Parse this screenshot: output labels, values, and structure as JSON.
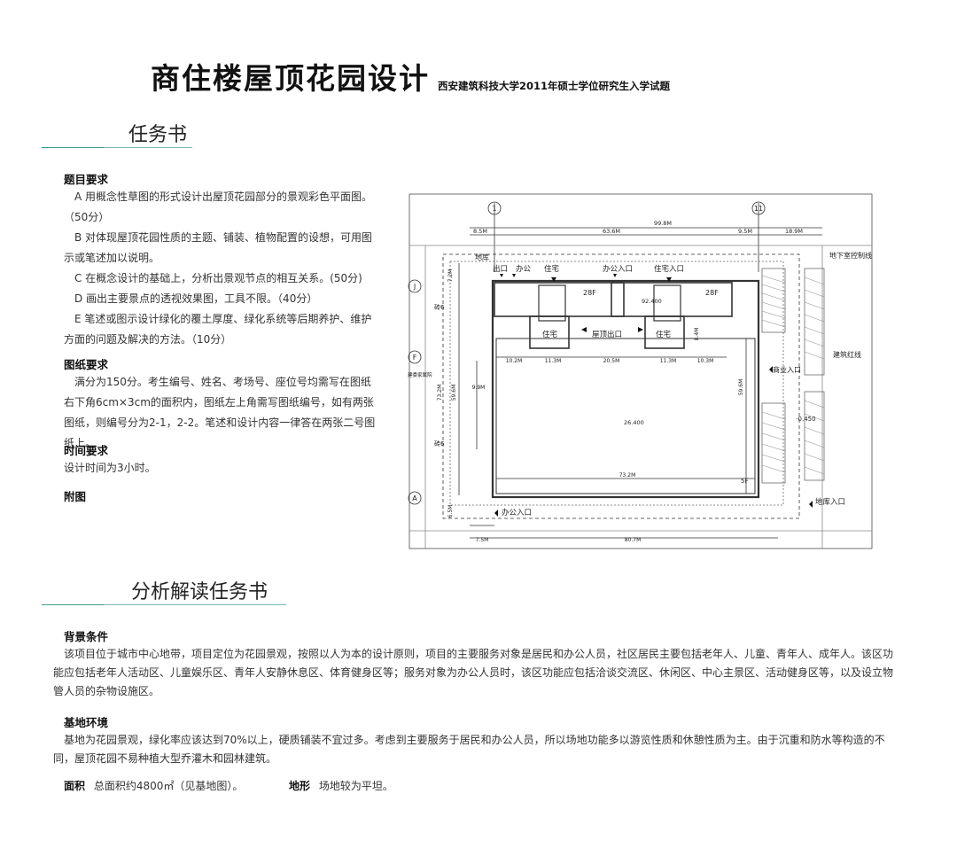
{
  "header": {
    "title": "商住楼屋顶花园设计",
    "subtitle": "西安建筑科技大学2011年硕士学位研究生入学试题"
  },
  "task": {
    "section_title": "任务书",
    "topic": {
      "heading": "题目要求",
      "items": [
        "A 用概念性草图的形式设计出屋顶花园部分的景观彩色平面图。（50分）",
        "B 对体现屋顶花园性质的主题、铺装、植物配置的设想，可用图示或笔述加以说明。",
        "C 在概念设计的基础上，分析出景观节点的相互关系。(50分)",
        "D 画出主要景点的透视效果图，工具不限。（40分）",
        "E 笔述或图示设计绿化的覆土厚度、绿化系统等后期养护、维护方面的问题及解决的方法。（10分）"
      ]
    },
    "drawing": {
      "heading": "图纸要求",
      "text": "满分为150分。考生编号、姓名、考场号、座位号均需写在图纸右下角6cm×3cm的面积内，图纸左上角需写图纸编号，如有两张图纸，则编号分为2-1，2-2。笔述和设计内容一律答在两张二号图纸上。"
    },
    "time": {
      "heading": "时间要求",
      "text": "设计时间为3小时。"
    },
    "attached_heading": "附图"
  },
  "plan": {
    "axis_1": "1",
    "axis_11": "11",
    "axis_j": "J",
    "axis_f": "F",
    "axis_a": "A",
    "dim_total_top": "99.8M",
    "dim_8_5": "8.5M",
    "dim_63_6": "63.6M",
    "dim_9_5": "9.5M",
    "dim_18_9": "18.9M",
    "dim_7_2": "7.2M",
    "dim_73_2_v": "73.2M",
    "dim_59_6": "59.6M",
    "dim_9_9": "9.9M",
    "dim_6_5": "6.5M",
    "dim_10_2": "10.2M",
    "dim_11_3a": "11.3M",
    "dim_20_5": "20.5M",
    "dim_11_3b": "11.3M",
    "dim_10_3": "10.3M",
    "dim_8_4": "8.4M",
    "dim_59_6_r": "59.6M",
    "dim_73_2_h": "73.2M",
    "dim_7_5": "7.5M",
    "dim_80_7": "80.7M",
    "lbl_ditie": "地库",
    "lbl_entry1": "出口",
    "lbl_office1": "办公",
    "lbl_house1": "住宅",
    "lbl_office_entry": "办公入口",
    "lbl_house_entry": "住宅入口",
    "lbl_28f_a": "28F",
    "lbl_28f_b": "28F",
    "lbl_elev_roof": "92.400",
    "lbl_house2": "住宅",
    "lbl_roof_exit": "屋顶出口",
    "lbl_house3": "住宅",
    "lbl_brick6_a": "砖6",
    "lbl_brick6_b": "砖6",
    "lbl_building_left": "建委家属院",
    "lbl_elev_center": "26.400",
    "lbl_5f": "5F",
    "lbl_office_entry_b": "办公入口",
    "lbl_garage_entry": "地库入口",
    "lbl_commercial": "商业入口",
    "lbl_redline": "建筑红线",
    "lbl_underground": "地下室控制线",
    "lbl_elev_neg": "-0.450"
  },
  "analysis": {
    "section_title": "分析解读任务书",
    "background": {
      "heading": "背景条件",
      "text": "该项目位于城市中心地带，项目定位为花园景观，按照以人为本的设计原则，项目的主要服务对象是居民和办公人员，社区居民主要包括老年人、儿童、青年人、成年人。该区功能应包括老年人活动区、儿童娱乐区、青年人安静休息区、体育健身区等；服务对象为办公人员时，该区功能应包括洽谈交流区、休闲区、中心主景区、活动健身区等，以及设立物管人员的杂物设施区。"
    },
    "site": {
      "heading": "基地环境",
      "text": "基地为花园景观，绿化率应该达到70%以上，硬质铺装不宜过多。考虑到主要服务于居民和办公人员，所以场地功能多以游览性质和休憩性质为主。由于沉重和防水等构造的不同，屋顶花园不易种植大型乔灌木和园林建筑。"
    },
    "area_label": "面积",
    "area_value": "总面积约4800㎡（见基地图）。",
    "terrain_label": "地形",
    "terrain_value": "场地较为平坦。"
  }
}
